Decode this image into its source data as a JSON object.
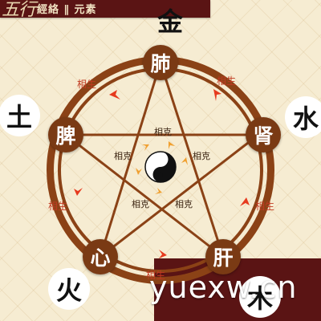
{
  "title": {
    "script": "五行",
    "text": "經絡 ∥ 元素"
  },
  "watermark": "yuexw.cn",
  "elements": {
    "metal": "金",
    "water": "水",
    "wood": "木",
    "fire": "火",
    "earth": "土"
  },
  "organs": {
    "lung": "肺",
    "kidney": "肾",
    "liver": "肝",
    "heart": "心",
    "spleen": "脾"
  },
  "labels": {
    "generate": "相生",
    "restrain": "相克"
  },
  "colors": {
    "wood_brown": "#8b4216",
    "arrow_red": "#e63a1e",
    "arrow_orange": "#f0a030",
    "banner": "#5a1414"
  },
  "icons": {
    "center": "yin-yang-icon"
  }
}
